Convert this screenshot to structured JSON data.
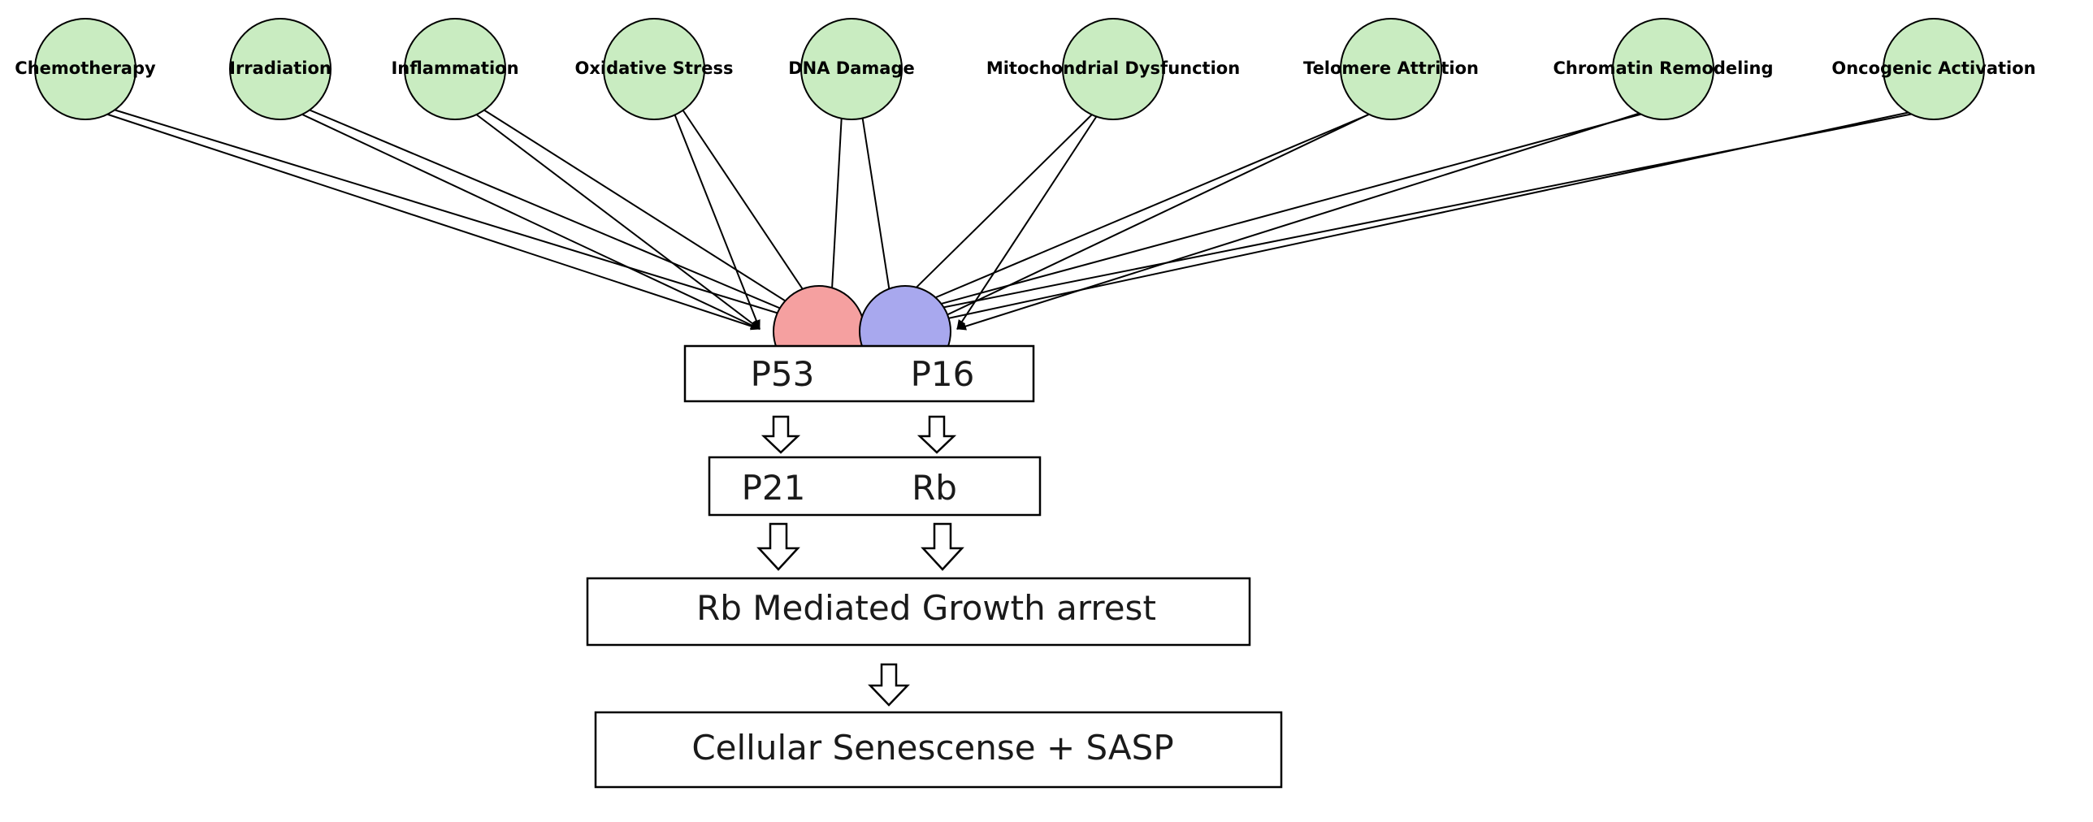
{
  "colors": {
    "cause_fill": "#c9ecc1",
    "p53_fill": "#f5a0a0",
    "p16_fill": "#a8a8ee"
  },
  "causes": [
    "Chemotherapy",
    "Irradiation",
    "Inflammation",
    "Oxidative Stress",
    "DNA Damage",
    "Mitochondrial Dysfunction",
    "Telomere Attrition",
    "Chromatin Remodeling",
    "Oncogenic Activation"
  ],
  "level1": {
    "left": "P53",
    "right": "P16"
  },
  "level2": {
    "left": "P21",
    "right": "Rb"
  },
  "level3": "Rb Mediated Growth arrest",
  "level4": "Cellular Senescense + SASP"
}
